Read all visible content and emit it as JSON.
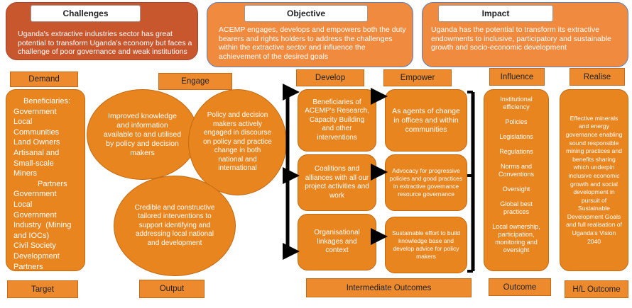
{
  "challenges": {
    "title": "Challenges",
    "text": "Uganda's extractive industries sector has great potential to transform Uganda's economy but faces a challenge of poor governance and weak institutions"
  },
  "objective": {
    "title": "Objective",
    "text": "ACEMP engages, develops and empowers both the duty bearers and rights holders to address the challenges within the extractive sector and influence the achievement of the desired goals"
  },
  "impact": {
    "title": "Impact",
    "text": "Uganda has the potential to transform its extractive endowments to inclusive, participatory and sustainable growth and socio-economic development"
  },
  "demand": {
    "label": "Demand",
    "items": [
      "Beneficiaries:",
      "Government",
      "Local",
      "Communities",
      "Land Owners",
      "Artisanal and",
      "Small-scale",
      "Miners",
      "Partners",
      "Government",
      "Local",
      "Government",
      "Industry  (Mining",
      "and IOCs)",
      "Civil Society",
      "Development",
      "Partners"
    ],
    "footer": "Target"
  },
  "engage": {
    "label": "Engage",
    "circle1": "Improved knowledge and information available to and utilised by policy and decision makers",
    "circle2": "Policy and decision makers actively engaged in discourse on policy and practice change in both national and international",
    "circle3": "Credible and constructive tailored interventions to support identifying and addressing local national and development",
    "footer": "Output"
  },
  "develop": {
    "label": "Develop",
    "boxes": [
      "Beneficiaries of ACEMP's Research, Capacity Building and other interventions",
      "Coalitions and alliances with all our project activities and work",
      "Organisational linkages and context"
    ]
  },
  "empower": {
    "label": "Empower",
    "boxes": [
      "As agents of change in offices and within communities",
      "Advocacy for progressive policies and good practices in extractive governance resource governance",
      "Sustainable effort to build knowledge base and develop advice for policy makers"
    ]
  },
  "intermediate_footer": "Intermediate Outcomes",
  "influence": {
    "label": "Influence",
    "items": [
      "Institutional efficiency",
      "Policies",
      "Legislations",
      "Regulations",
      "Norms and Conventions",
      "Oversight",
      "Global best practices",
      "Local ownership, participation, monitoring and oversight"
    ],
    "footer": "Outcome"
  },
  "realise": {
    "label": "Realise",
    "text": "Effective minerals and energy governance enabling sound responsible mining practices and benefits sharing which underpin inclusive economic growth and social development in pursuit of Sustainable Development Goals and full realisation of Uganda's Vision 2040",
    "footer": "H/L Outcome"
  }
}
